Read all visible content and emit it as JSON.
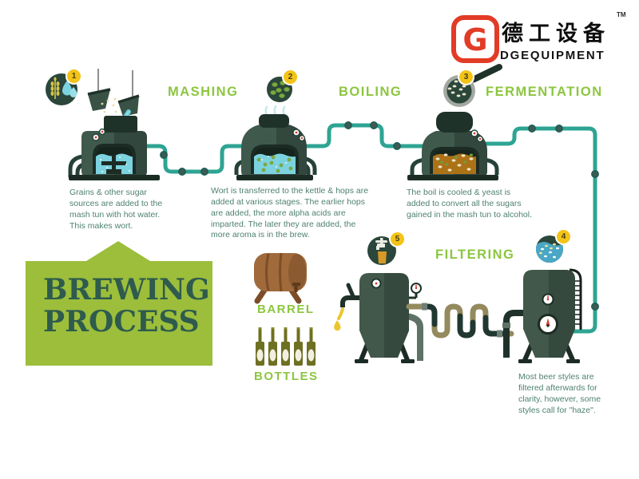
{
  "header": {
    "logo": {
      "mark_letter": "G",
      "brand_cn": "德工设备",
      "tm": "TM",
      "brand_en": "DGEQUIPMENT"
    }
  },
  "banner": {
    "line1": "BREWING",
    "line2": "PROCESS"
  },
  "steps": [
    {
      "num": "1",
      "label": "MASHING",
      "desc": "Grains & other sugar sources are added to the mash tun with hot water. This makes wort."
    },
    {
      "num": "2",
      "label": "BOILING",
      "desc": "Wort is transferred to the kettle & hops are added at various stages. The earlier hops are added, the more alpha acids are imparted. The later they are added, the more aroma is in the brew."
    },
    {
      "num": "3",
      "label": "FERMENTATION",
      "desc": "The boil is cooled & yeast is added to convert all the sugars gained in the mash tun to alcohol."
    },
    {
      "num": "4",
      "label": "FILTERING",
      "desc": "Most beer styles are filtered afterwards for clarity, however, some styles call for \"haze\"."
    },
    {
      "num": "5"
    }
  ],
  "items": {
    "barrel_label": "BARREL",
    "bottles_label": "BOTTLES"
  },
  "colors": {
    "accent_green": "#8CC63F",
    "banner_green": "#9CBE3B",
    "banner_text": "#2E5B4D",
    "body_text": "#4E8172",
    "pipe_teal": "#2EA493",
    "vessel_green": "#3F5A4D",
    "logo_red": "#E23B26",
    "badge_yellow": "#F3C318"
  }
}
